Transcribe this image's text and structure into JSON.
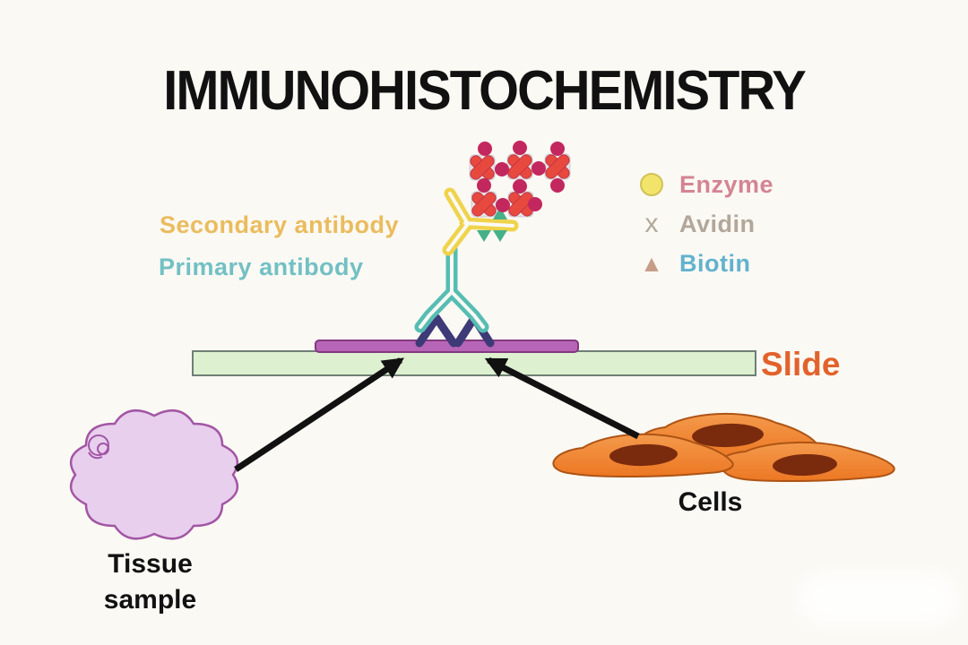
{
  "title": "IMMUNOHISTOCHEMISTRY",
  "diagram_labels": {
    "secondary_antibody": "Secondary antibody",
    "primary_antibody": "Primary antibody",
    "slide": "Slide",
    "tissue_sample_line1": "Tissue",
    "tissue_sample_line2": "sample",
    "cells": "Cells"
  },
  "legend": {
    "items": [
      {
        "label": "Enzyme",
        "marker": "circle",
        "marker_color": "#f2e36b",
        "label_color": "#d48492"
      },
      {
        "label": "Avidin",
        "marker": "x",
        "marker_glyph": "x",
        "marker_color": "#b3a89a",
        "label_color": "#b2a79a"
      },
      {
        "label": "Biotin",
        "marker": "triangle",
        "marker_glyph": "▲",
        "marker_color": "#c79d87",
        "label_color": "#62b2cd"
      }
    ]
  },
  "colors": {
    "background": "#fbf9f4",
    "title_text": "#111111",
    "secondary_antibody_label": "#eabc5e",
    "secondary_antibody_shape": "#efd34b",
    "primary_antibody_label": "#72c0c4",
    "primary_antibody_shape": "#56bdb3",
    "antigen_chevron": "#3e3a78",
    "avidin_x": "#e8493f",
    "enzyme_dot": "#c2285d",
    "biotin_triangle": "#45b189",
    "tissue_section_strip": "#b765b7",
    "tissue_section_border": "#83397f",
    "slide_fill": "#ddf0d0",
    "slide_border": "#6f7f76",
    "slide_label": "#e2622b",
    "tissue_blob_fill": "#e8cfee",
    "tissue_blob_outline": "#a256a4",
    "cell_body": "#ef8130",
    "cell_outline": "#ad5414",
    "cell_nucleus": "#7a2b0e",
    "arrow": "#111111",
    "caption_text": "#111111"
  }
}
